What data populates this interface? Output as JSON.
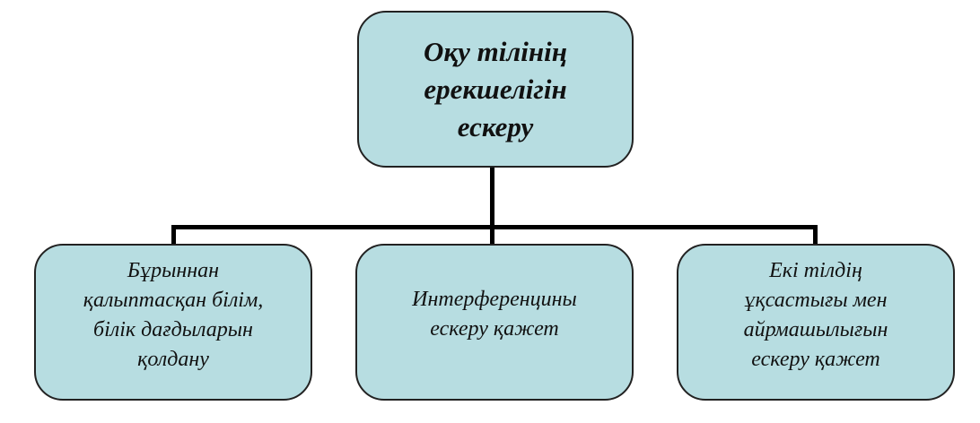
{
  "root": {
    "lines": [
      "Оқу тілінің",
      "ерекшелігін",
      "ескеру"
    ]
  },
  "children": [
    {
      "lines": [
        "Бұрыннан",
        "қалыптасқан білім,",
        "білік дағдыларын",
        "қолдану"
      ]
    },
    {
      "lines": [
        "Интерференцины",
        "ескеру қажет"
      ]
    },
    {
      "lines": [
        "Екі тілдің",
        "ұқсастығы мен",
        "айрмашылығын",
        "ескеру қажет"
      ]
    }
  ],
  "colors": {
    "box_fill": "#b7dde1",
    "border": "#222222",
    "connector": "#000000"
  }
}
